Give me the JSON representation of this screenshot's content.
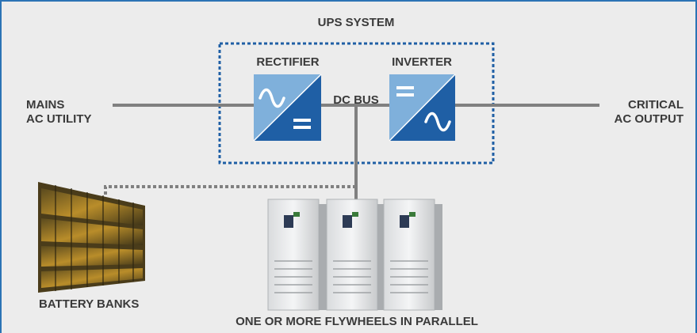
{
  "title": "UPS SYSTEM",
  "rectifier_label": "RECTIFIER",
  "inverter_label": "INVERTER",
  "dc_bus_label": "DC BUS",
  "mains_line1": "MAINS",
  "mains_line2": "AC UTILITY",
  "critical_line1": "CRITICAL",
  "critical_line2": "AC OUTPUT",
  "battery_label": "BATTERY BANKS",
  "flywheel_label": "ONE OR MORE FLYWHEELS IN PARALLEL",
  "colors": {
    "background": "#ececec",
    "frame": "#2b73b5",
    "dotted_box": "#1f5fa5",
    "line": "#808080",
    "converter_light": "#7fb0db",
    "converter_dark": "#1f5fa5"
  }
}
